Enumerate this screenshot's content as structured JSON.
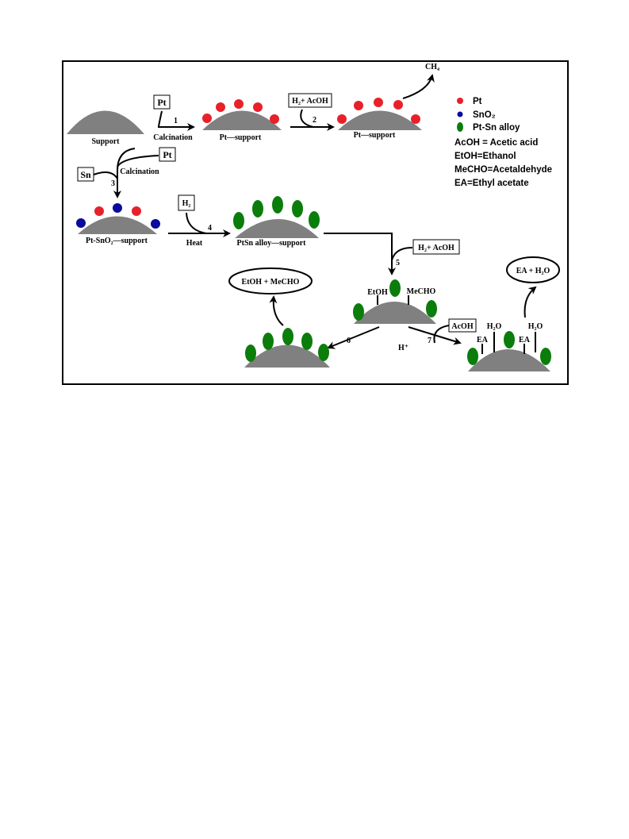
{
  "colors": {
    "pt": "#e8202a",
    "sno2": "#0a0a9c",
    "alloy": "#0b7d0b",
    "support": "#808080",
    "pt_box_text": "#e8202a",
    "sn_box_text": "#1a1aa0"
  },
  "labels": {
    "support": "Support",
    "pt_support_1": "Pt—support",
    "pt_support_2": "Pt—support",
    "pt_sno2_support": "Pt-SnO₂—support",
    "ptsn_alloy_support": "PtSn alloy—support",
    "calcination_1": "Calcination",
    "calcination_2": "Calcination",
    "heat": "Heat",
    "ch4": "CH₄",
    "etoh": "EtOH",
    "mecho": "MeCHO",
    "h_plus": "H⁺",
    "ea_left": "EA",
    "ea_right": "EA",
    "h2o_left": "H₂O",
    "h2o_right": "H₂O"
  },
  "boxes": {
    "pt_1": "Pt",
    "pt_2": "Pt",
    "sn": "Sn",
    "h2_acoh_1": "H₂+ AcOH",
    "h2": "H₂",
    "h2_acoh_2": "H₂+ AcOH",
    "acoh": "AcOH",
    "etoh_mecho": "EtOH + MeCHO",
    "ea_h2o": "EA  + H₂O"
  },
  "steps": [
    "1",
    "2",
    "3",
    "4",
    "5",
    "6",
    "7"
  ],
  "legend": {
    "pt": "Pt",
    "sno2": "SnO₂",
    "alloy": "Pt-Sn alloy",
    "acoh_def": "AcOH = Acetic acid",
    "etoh_def": "EtOH=Ethanol",
    "mecho_def": "MeCHO=Acetaldehyde",
    "ea_def": "EA=Ethyl acetate"
  }
}
